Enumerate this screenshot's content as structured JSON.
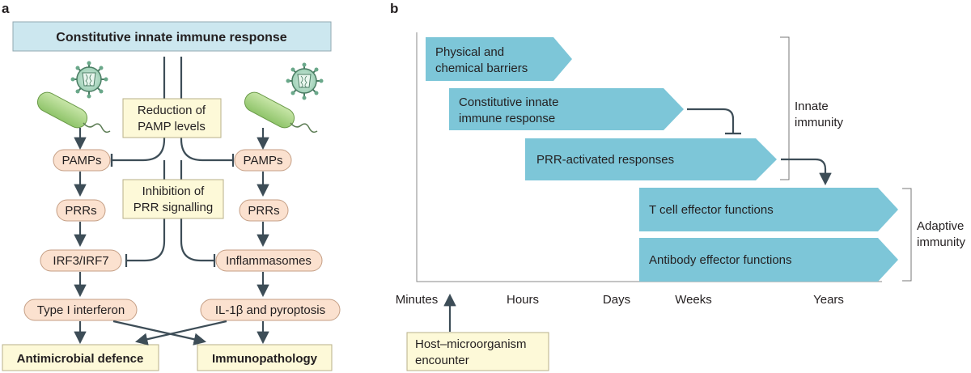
{
  "panel_a": {
    "label": "a",
    "banner": "Constitutive innate immune response",
    "note_reduction": [
      "Reduction of",
      "PAMP levels"
    ],
    "note_inhibition": [
      "Inhibition of",
      "PRR signalling"
    ],
    "left": {
      "pamps": "PAMPs",
      "prrs": "PRRs",
      "irf": "IRF3/IRF7",
      "type1": "Type I interferon",
      "outcome": "Antimicrobial defence"
    },
    "right": {
      "pamps": "PAMPs",
      "prrs": "PRRs",
      "inflammasomes": "Inflammasomes",
      "il1": "IL-1β and pyroptosis",
      "outcome": "Immunopathology"
    }
  },
  "panel_b": {
    "label": "b",
    "bands": [
      [
        "Physical and",
        "chemical barriers"
      ],
      [
        "Constitutive innate",
        "immune response"
      ],
      [
        "PRR-activated responses"
      ],
      [
        "T cell effector functions"
      ],
      [
        "Antibody effector functions"
      ]
    ],
    "bracket_innate": [
      "Innate",
      "immunity"
    ],
    "bracket_adaptive": [
      "Adaptive",
      "immunity"
    ],
    "axis_ticks": [
      "Minutes",
      "Hours",
      "Days",
      "Weeks",
      "Years"
    ],
    "encounter": [
      "Host–microorganism",
      "encounter"
    ]
  },
  "colors": {
    "band": "#7dc6d8",
    "pill": "#fbe1cf",
    "note": "#fdf9d8",
    "banner": "#cce7ef",
    "line": "#3d4d57"
  }
}
